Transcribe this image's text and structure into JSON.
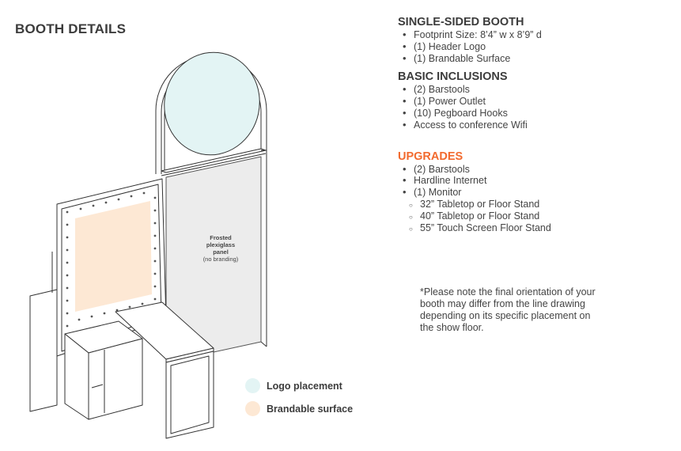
{
  "page_title": "BOOTH DETAILS",
  "colors": {
    "logo": "#e3f4f4",
    "brandable": "#fde8d4",
    "upgrades_heading": "#f26a2e"
  },
  "drawing": {
    "panel_label": {
      "line1": "Frosted",
      "line2": "plexiglass",
      "line3": "panel",
      "line4": "(no branding)"
    }
  },
  "sections": [
    {
      "title": "SINGLE-SIDED BOOTH",
      "items": [
        "Footprint Size: 8’4” w x 8’9” d",
        "(1) Header Logo",
        "(1) Brandable Surface"
      ]
    },
    {
      "title": "BASIC INCLUSIONS",
      "items": [
        "(2) Barstools",
        "(1) Power Outlet",
        "(10) Pegboard Hooks",
        "Access to conference Wifi"
      ]
    },
    {
      "title": "UPGRADES",
      "items": [
        "(2) Barstools",
        "Hardline Internet",
        "(1) Monitor"
      ],
      "sub_items": [
        "32” Tabletop or Floor Stand",
        "40” Tabletop or Floor Stand",
        "55” Touch Screen Floor Stand"
      ]
    }
  ],
  "note": "*Please note the final orientation of your booth may differ from the line drawing depending on its specific placement on the show floor.",
  "legend": [
    {
      "label": "Logo placement"
    },
    {
      "label": "Brandable surface"
    }
  ]
}
